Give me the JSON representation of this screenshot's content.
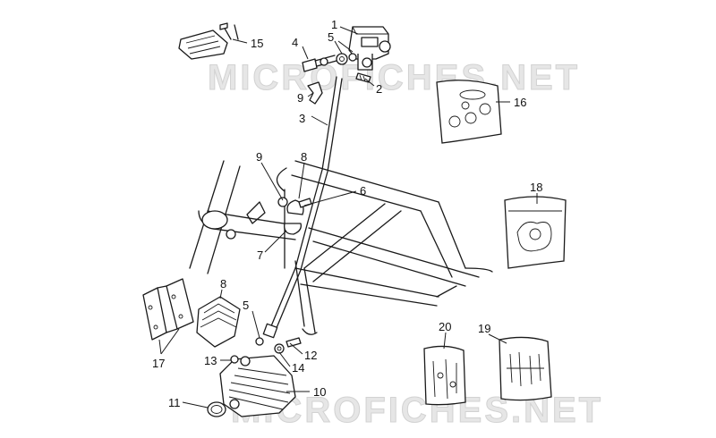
{
  "watermarks": [
    "MICROFICHES.NET",
    "MICROFICHES.NET"
  ],
  "callouts": {
    "c1": "1",
    "c2": "2",
    "c3": "3",
    "c4": "4",
    "c5a": "5",
    "c5b": "5",
    "c6": "6",
    "c7": "7",
    "c8a": "8",
    "c8b": "8",
    "c9a": "9",
    "c9b": "9",
    "c10": "10",
    "c11": "11",
    "c12": "12",
    "c13": "13",
    "c14": "14",
    "c15": "15",
    "c16": "16",
    "c17": "17",
    "c18": "18",
    "c19": "19",
    "c20": "20"
  }
}
